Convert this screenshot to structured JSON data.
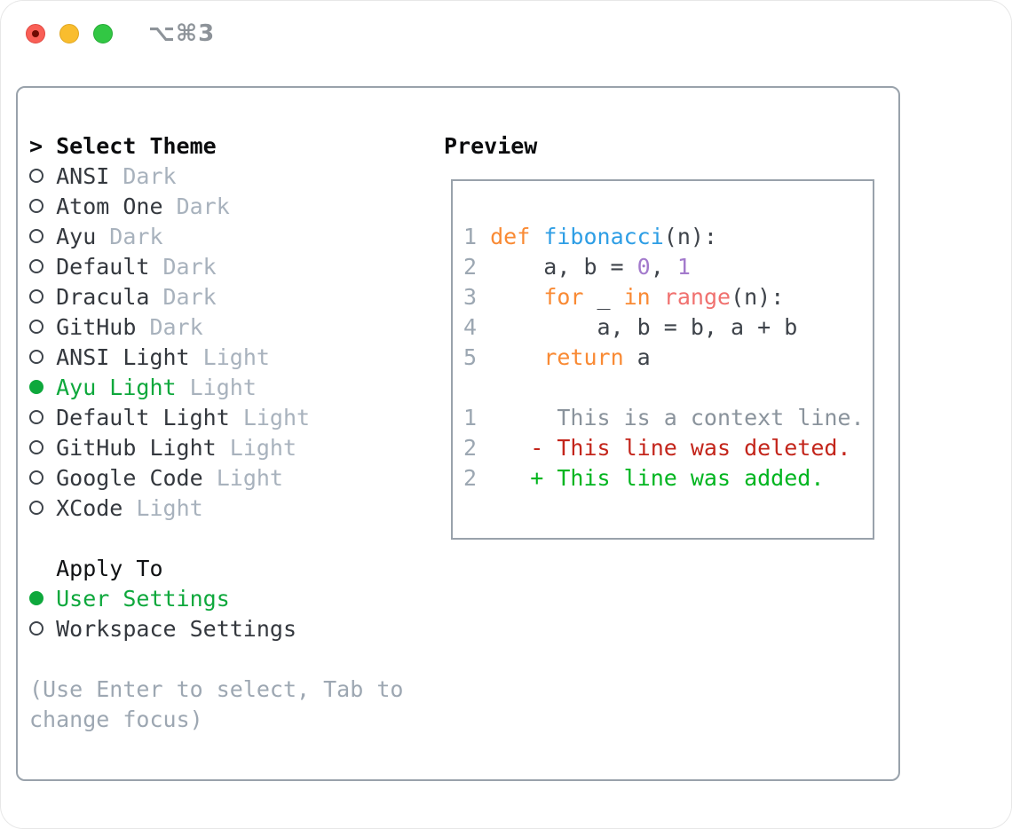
{
  "window": {
    "shortcut": "⌥⌘3",
    "traffic_lights": {
      "close": "close",
      "minimize": "minimize",
      "zoom": "zoom"
    }
  },
  "colors": {
    "header": "#0b0c0e",
    "item": "#34383e",
    "variant": "#a8b2bd",
    "selected": "#0ea83c",
    "hint": "#9da7b2",
    "linenum": "#9ca7b2",
    "plain": "#3e434a",
    "keyword": "#f98a34",
    "function": "#2e9ee5",
    "number": "#a37acc",
    "builtin": "#f0716f",
    "context": "#8a939c",
    "deleted": "#c3251b",
    "added": "#00b51f",
    "border": "#99a2ab"
  },
  "theme_panel": {
    "header": {
      "marker": ">",
      "label": "Select Theme"
    },
    "themes": [
      {
        "name": "ANSI",
        "variant": "Dark",
        "selected": false
      },
      {
        "name": "Atom One",
        "variant": "Dark",
        "selected": false
      },
      {
        "name": "Ayu",
        "variant": "Dark",
        "selected": false
      },
      {
        "name": "Default",
        "variant": "Dark",
        "selected": false
      },
      {
        "name": "Dracula",
        "variant": "Dark",
        "selected": false
      },
      {
        "name": "GitHub",
        "variant": "Dark",
        "selected": false
      },
      {
        "name": "ANSI Light",
        "variant": "Light",
        "selected": false
      },
      {
        "name": "Ayu Light",
        "variant": "Light",
        "selected": true
      },
      {
        "name": "Default Light",
        "variant": "Light",
        "selected": false
      },
      {
        "name": "GitHub Light",
        "variant": "Light",
        "selected": false
      },
      {
        "name": "Google Code",
        "variant": "Light",
        "selected": false
      },
      {
        "name": "XCode",
        "variant": "Light",
        "selected": false
      }
    ],
    "apply_to": {
      "header": "Apply To",
      "options": [
        {
          "name": "User Settings",
          "selected": true
        },
        {
          "name": "Workspace Settings",
          "selected": false
        }
      ]
    },
    "hint_lines": [
      "(Use Enter to select, Tab to",
      "change focus)"
    ]
  },
  "preview": {
    "header": "Preview",
    "lines": [
      {
        "num": "1",
        "tokens": [
          [
            "def ",
            "keyword"
          ],
          [
            "fibonacci",
            "function"
          ],
          [
            "(n):",
            "plain"
          ]
        ]
      },
      {
        "num": "2",
        "tokens": [
          [
            "    a, b = ",
            "plain"
          ],
          [
            "0",
            "number"
          ],
          [
            ", ",
            "plain"
          ],
          [
            "1",
            "number"
          ]
        ]
      },
      {
        "num": "3",
        "tokens": [
          [
            "    ",
            "plain"
          ],
          [
            "for",
            "keyword"
          ],
          [
            " _ ",
            "plain"
          ],
          [
            "in",
            "keyword"
          ],
          [
            " ",
            "plain"
          ],
          [
            "range",
            "builtin"
          ],
          [
            "(n):",
            "plain"
          ]
        ]
      },
      {
        "num": "4",
        "tokens": [
          [
            "        a, b = b, a + b",
            "plain"
          ]
        ]
      },
      {
        "num": "5",
        "tokens": [
          [
            "    ",
            "plain"
          ],
          [
            "return",
            "keyword"
          ],
          [
            " a",
            "plain"
          ]
        ]
      },
      {
        "num": "",
        "tokens": []
      },
      {
        "num": "1",
        "tokens": [
          [
            "     This is a context line.",
            "context"
          ]
        ]
      },
      {
        "num": "2",
        "tokens": [
          [
            "   ",
            "plain"
          ],
          [
            "- This line was deleted.",
            "deleted"
          ]
        ]
      },
      {
        "num": "2",
        "tokens": [
          [
            "   ",
            "plain"
          ],
          [
            "+ This line was added.",
            "added"
          ]
        ]
      }
    ]
  }
}
